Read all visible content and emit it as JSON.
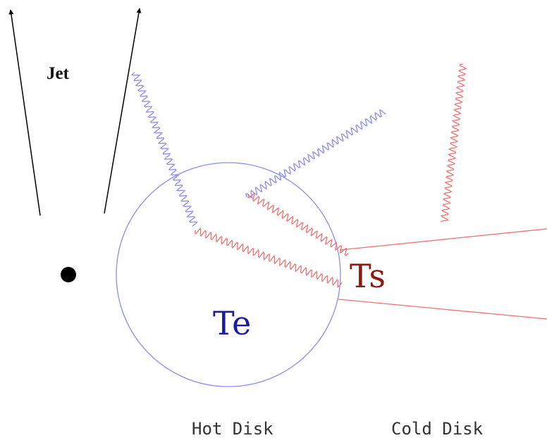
{
  "labels": {
    "jet": "Jet",
    "te": "Te",
    "ts": "Ts",
    "hot_disk": "Hot Disk",
    "cold_disk": "Cold Disk"
  },
  "colors": {
    "blue": "#8b8bf0",
    "blue_text": "#1a1aa6",
    "red": "#f07070",
    "red_text": "#8b1a10",
    "black": "#000000"
  }
}
